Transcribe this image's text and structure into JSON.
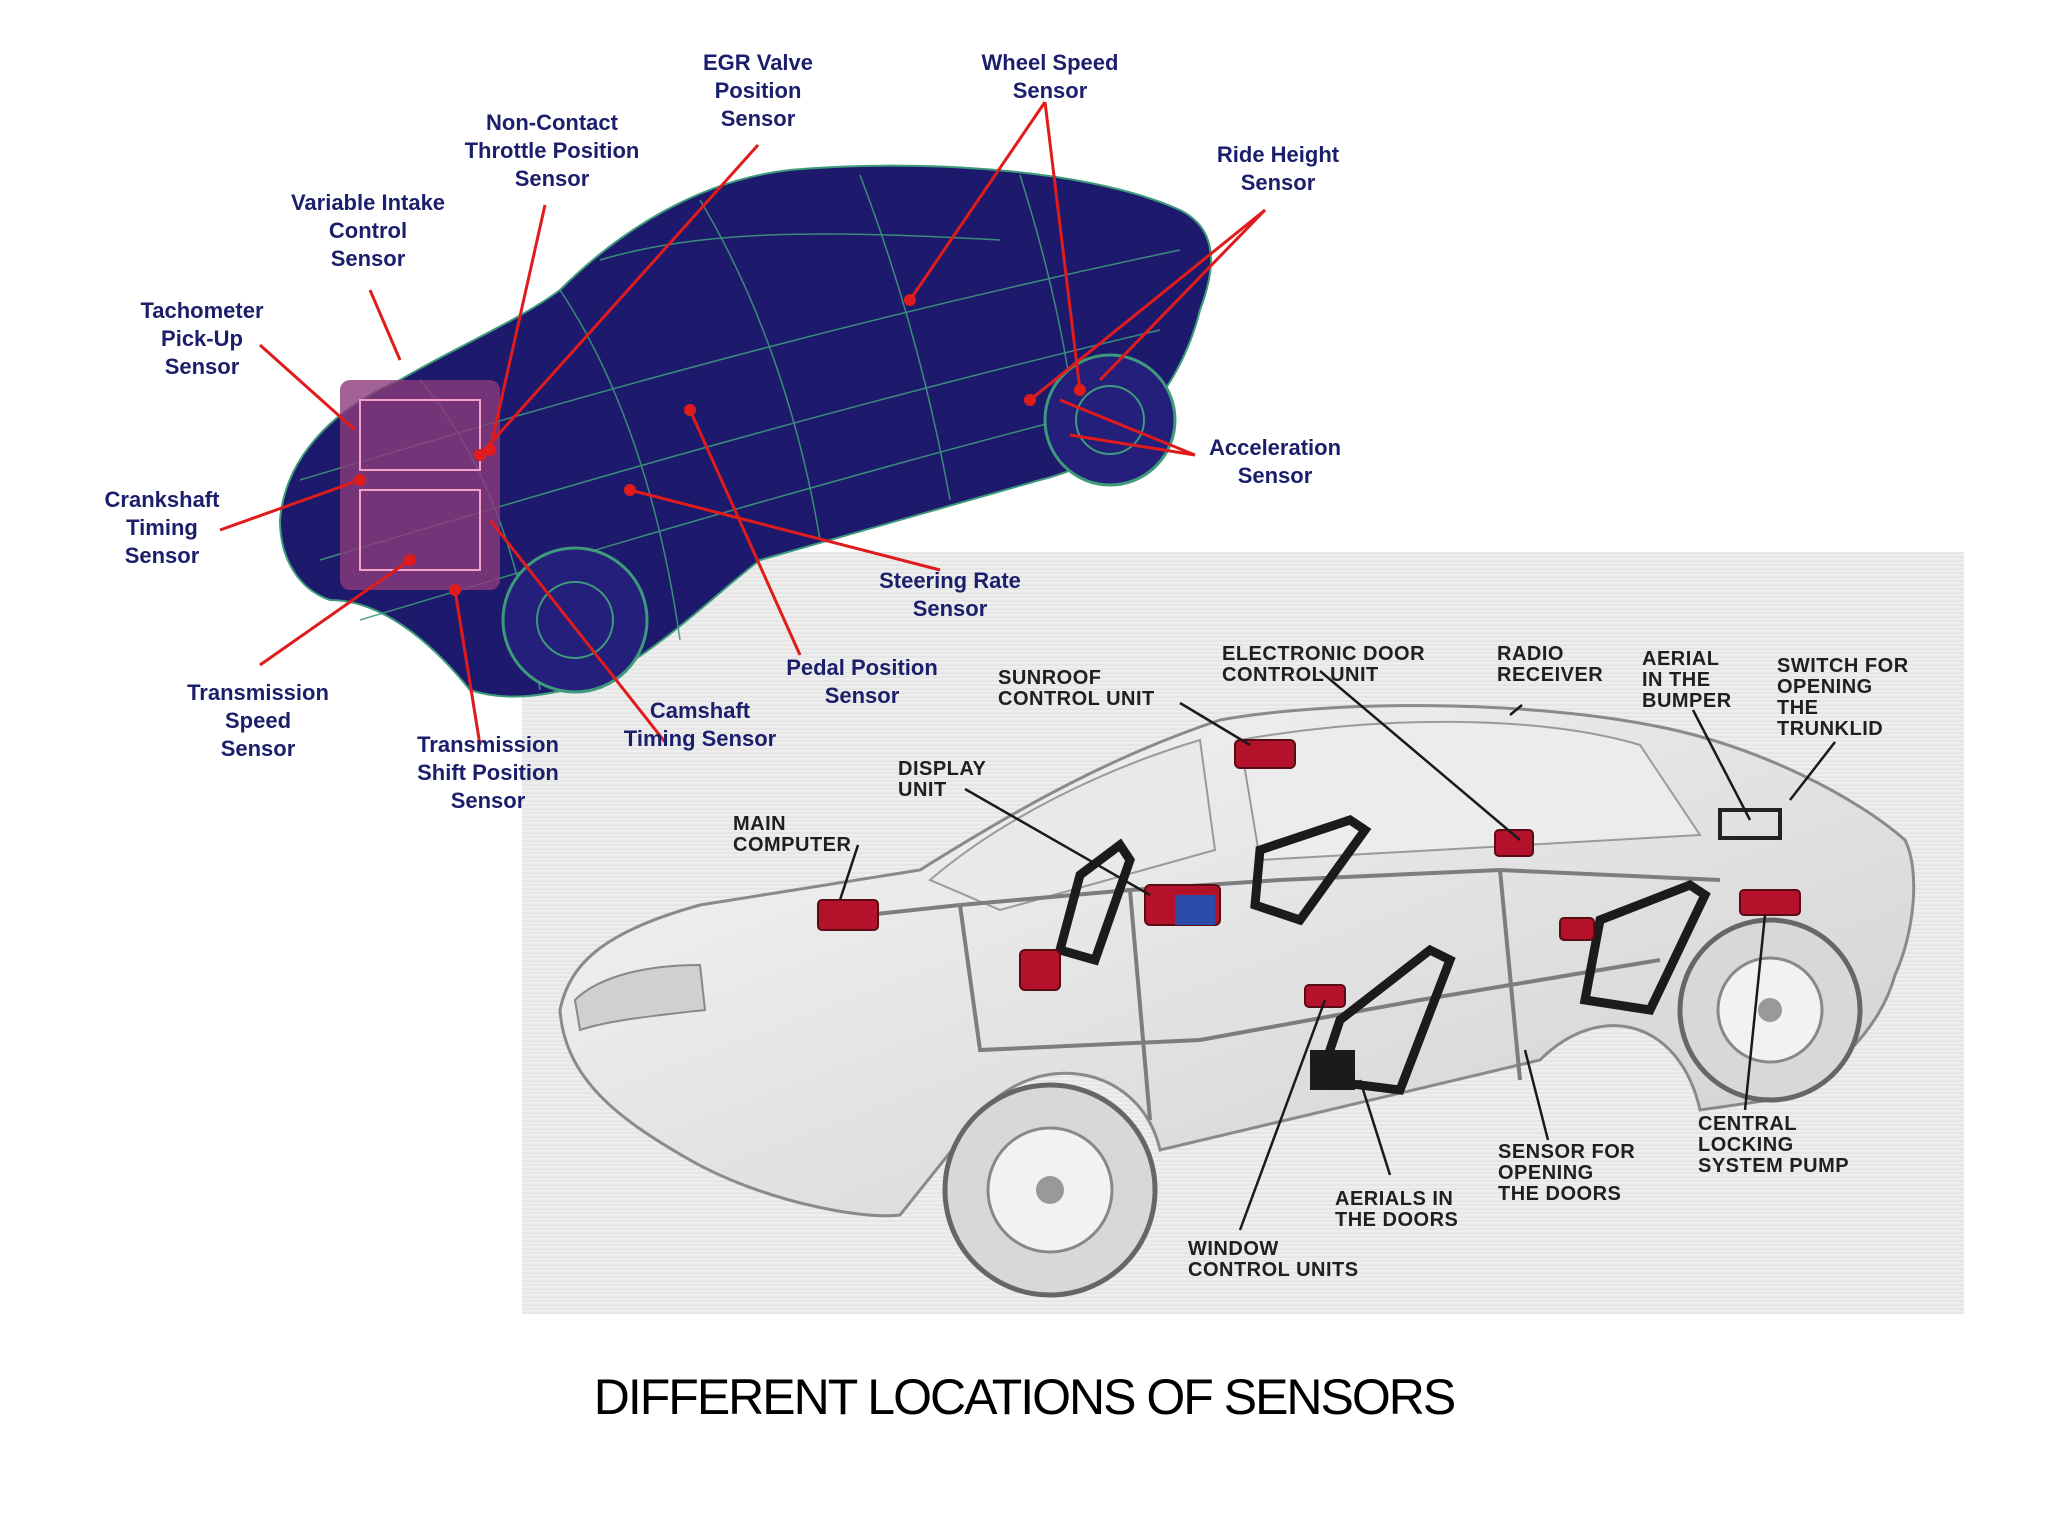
{
  "caption": "DIFFERENT LOCATIONS OF SENSORS",
  "colors": {
    "car_body": "#1d1a6e",
    "car_mesh": "#3d9a7a",
    "pointer_line": "#e01b1b",
    "label_text_top": "#1b1f6b",
    "label_text_bottom": "#1f1f1f",
    "component_red": "#b3122a"
  },
  "top_diagram": {
    "labels": [
      {
        "id": "egr",
        "lines": [
          "EGR Valve",
          "Position",
          "Sensor"
        ]
      },
      {
        "id": "wheel",
        "lines": [
          "Wheel Speed",
          "Sensor"
        ]
      },
      {
        "id": "ntps",
        "lines": [
          "Non-Contact",
          "Throttle Position",
          "Sensor"
        ]
      },
      {
        "id": "ride",
        "lines": [
          "Ride Height",
          "Sensor"
        ]
      },
      {
        "id": "vic",
        "lines": [
          "Variable Intake",
          "Control",
          "Sensor"
        ]
      },
      {
        "id": "tach",
        "lines": [
          "Tachometer",
          "Pick-Up",
          "Sensor"
        ]
      },
      {
        "id": "crank",
        "lines": [
          "Crankshaft",
          "Timing",
          "Sensor"
        ]
      },
      {
        "id": "accel",
        "lines": [
          "Acceleration",
          "Sensor"
        ]
      },
      {
        "id": "steer",
        "lines": [
          "Steering Rate",
          "Sensor"
        ]
      },
      {
        "id": "pedal",
        "lines": [
          "Pedal Position",
          "Sensor"
        ]
      },
      {
        "id": "tspeed",
        "lines": [
          "Transmission",
          "Speed",
          "Sensor"
        ]
      },
      {
        "id": "tshift",
        "lines": [
          "Transmission",
          "Shift Position",
          "Sensor"
        ]
      },
      {
        "id": "cam",
        "lines": [
          "Camshaft",
          "Timing Sensor"
        ]
      }
    ]
  },
  "bottom_diagram": {
    "labels": [
      {
        "id": "edcu",
        "lines": [
          "ELECTRONIC DOOR",
          "CONTROL UNIT"
        ]
      },
      {
        "id": "radio",
        "lines": [
          "RADIO",
          "RECEIVER"
        ]
      },
      {
        "id": "aerialb",
        "lines": [
          "AERIAL",
          "IN THE",
          "BUMPER"
        ]
      },
      {
        "id": "trunk",
        "lines": [
          "SWITCH FOR",
          "OPENING",
          "THE",
          "TRUNKLID"
        ]
      },
      {
        "id": "sunroof",
        "lines": [
          "SUNROOF",
          "CONTROL UNIT"
        ]
      },
      {
        "id": "display",
        "lines": [
          "DISPLAY",
          "UNIT"
        ]
      },
      {
        "id": "main",
        "lines": [
          "MAIN",
          "COMPUTER"
        ]
      },
      {
        "id": "central",
        "lines": [
          "CENTRAL",
          "LOCKING",
          "SYSTEM PUMP"
        ]
      },
      {
        "id": "sensordoors",
        "lines": [
          "SENSOR FOR",
          "OPENING",
          "THE DOORS"
        ]
      },
      {
        "id": "aerialdoors",
        "lines": [
          "AERIALS IN",
          "THE DOORS"
        ]
      },
      {
        "id": "window",
        "lines": [
          "WINDOW",
          "CONTROL UNITS"
        ]
      }
    ]
  }
}
